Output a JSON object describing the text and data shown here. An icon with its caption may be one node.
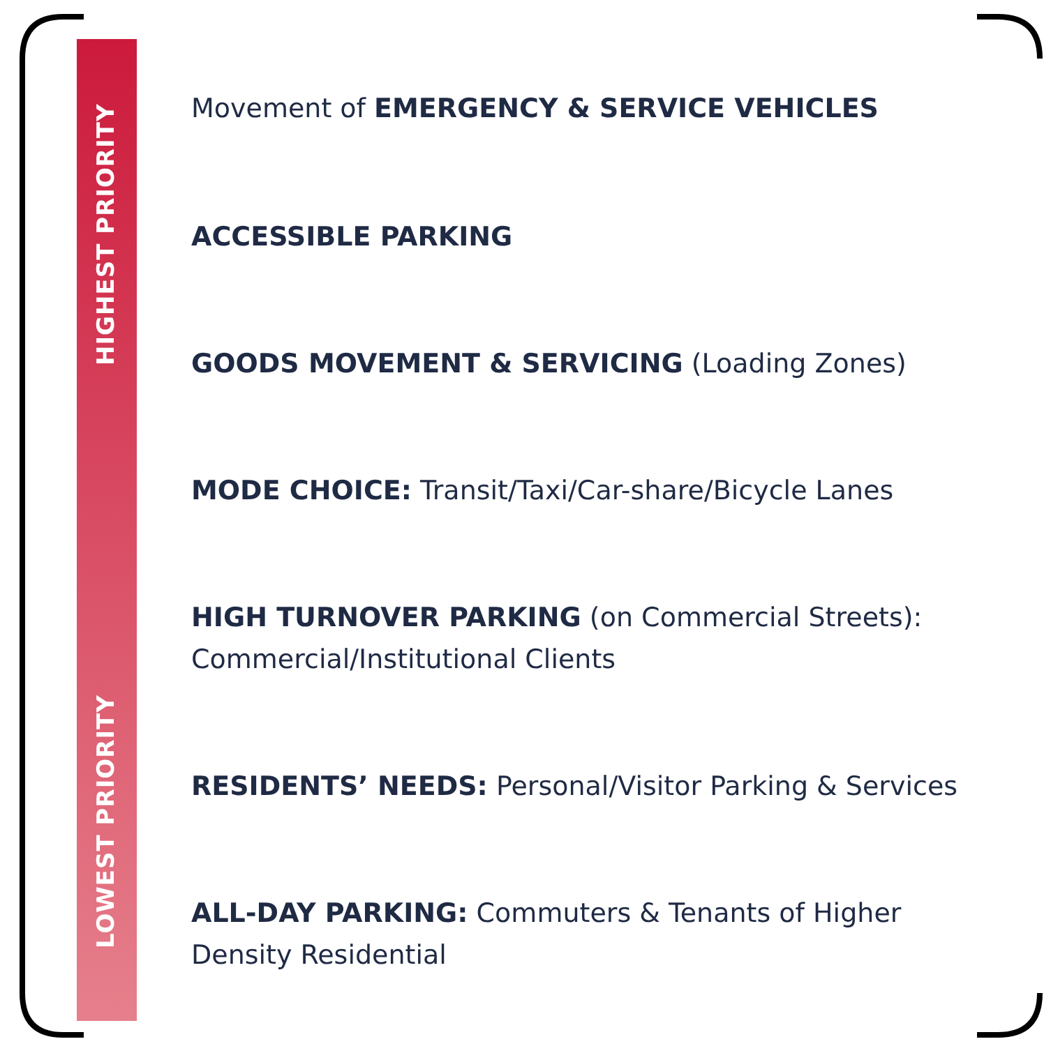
{
  "diagram": {
    "nodes": [
      {
        "text": [
          "HIGHEST PRIORITY",
          "LOWEST PRIORITY"
        ]
      }
    ],
    "labels": [
      "Movement of **EMERGENCY & SERVICE VEHICLES**",
      "**ACCESSIBLE PARKING**",
      "**GOODS MOVEMENT & SERVICING** (Loading Zones)",
      "**MODE CHOICE:** Transit/Taxi/Car-share/Bicycle Lanes",
      "**HIGH TURNOVER PARKING** (on Commercial Streets): Commercial/Institutional Clients",
      "**RESIDENTS’ NEEDS:** Personal/Visitor Parking & Services",
      "**ALL-DAY PARKING:** Commuters & Tenants of Higher Density Residential"
    ]
  }
}
